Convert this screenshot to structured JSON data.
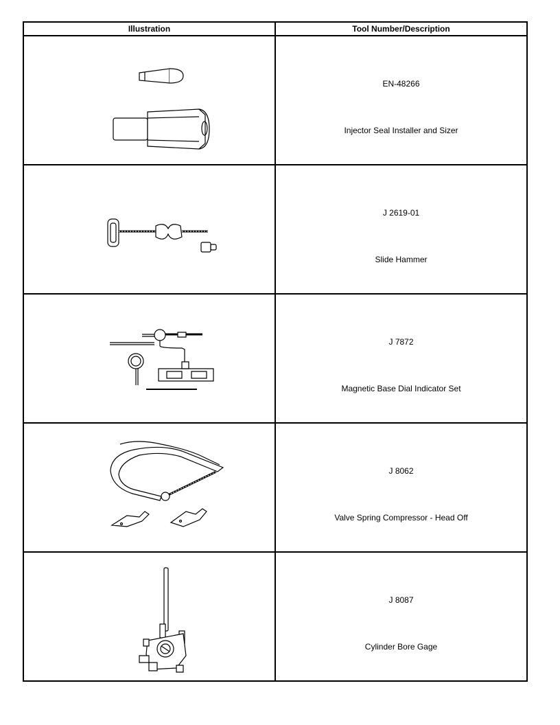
{
  "table": {
    "headers": {
      "illustration": "Illustration",
      "tool": "Tool Number/Description"
    },
    "rows": [
      {
        "tool_number": "EN-48266",
        "description": "Injector Seal Installer and Sizer",
        "illustration": "injector-seal-installer-illustration"
      },
      {
        "tool_number": "J 2619-01",
        "description": "Slide Hammer",
        "illustration": "slide-hammer-illustration"
      },
      {
        "tool_number": "J 7872",
        "description": "Magnetic Base Dial Indicator Set",
        "illustration": "dial-indicator-set-illustration"
      },
      {
        "tool_number": "J 8062",
        "description": "Valve Spring Compressor - Head Off",
        "illustration": "valve-spring-compressor-illustration"
      },
      {
        "tool_number": "J 8087",
        "description": "Cylinder Bore Gage",
        "illustration": "bore-gage-illustration"
      }
    ]
  }
}
